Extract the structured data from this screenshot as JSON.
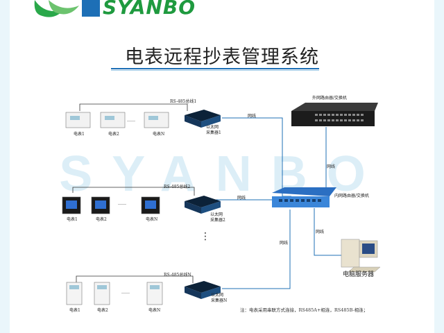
{
  "brand": {
    "logo_text": "SYANBO",
    "watermark": "SYANBO",
    "accent": "#1f9a3f",
    "line_color": "#1d6fb6"
  },
  "title": "电表远程抄表管理系统",
  "rows": [
    {
      "bus": "RS-485总线1",
      "gateway": [
        "以太网",
        "采集器1"
      ],
      "meters": [
        "电表1",
        "电表2",
        "电表N"
      ],
      "ellipsis": "……"
    },
    {
      "bus": "RS-485总线2",
      "gateway": [
        "以太网",
        "采集器2"
      ],
      "meters": [
        "电表1",
        "电表2",
        "电表N"
      ],
      "ellipsis": "……"
    },
    {
      "bus": "RS-485总线N",
      "gateway": [
        "以太网",
        "采集器N"
      ],
      "meters": [
        "电表1",
        "电表2",
        "电表N"
      ],
      "ellipsis": "……"
    }
  ],
  "vertical_ellipsis": "⋮",
  "wan_switch": "外网路由器/交换机",
  "lan_switch": "内网路由器/交换机",
  "server": "电脑服务器",
  "wire": "网线",
  "note": "注：电表采用串联方式连接，RS485A+相连，RS485B-相连；"
}
